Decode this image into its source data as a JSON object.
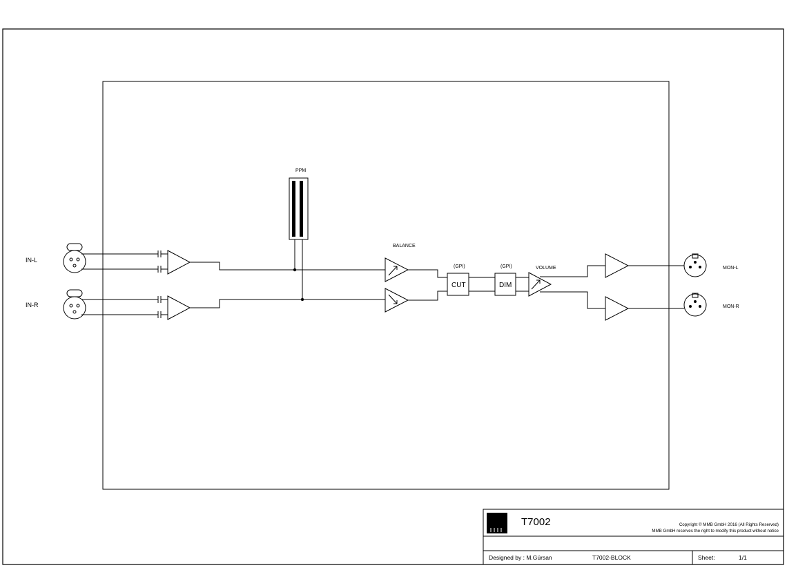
{
  "diagram": {
    "inputs": {
      "left_label": "IN-L",
      "right_label": "IN-R"
    },
    "ppm_label": "PPM",
    "balance_label": "BALANCE",
    "cut": {
      "gpi_label": "(GPI)",
      "label": "CUT"
    },
    "dim": {
      "gpi_label": "(GPI)",
      "label": "DIM"
    },
    "volume_label": "VOLUME",
    "outputs": {
      "left_label": "MON-L",
      "right_label": "MON-R"
    }
  },
  "title_block": {
    "title": "T7002",
    "copyright_line1": "Copyright © MMB GmbH 2016 (All Rights Reserved)",
    "copyright_line2": "MMB GmbH reserves the right to modify this product without notice",
    "designed_by": "Designed by : M.Gürsan",
    "drawing_id": "T7002-BLOCK",
    "sheet_label": "Sheet:",
    "sheet_value": "1/1"
  }
}
